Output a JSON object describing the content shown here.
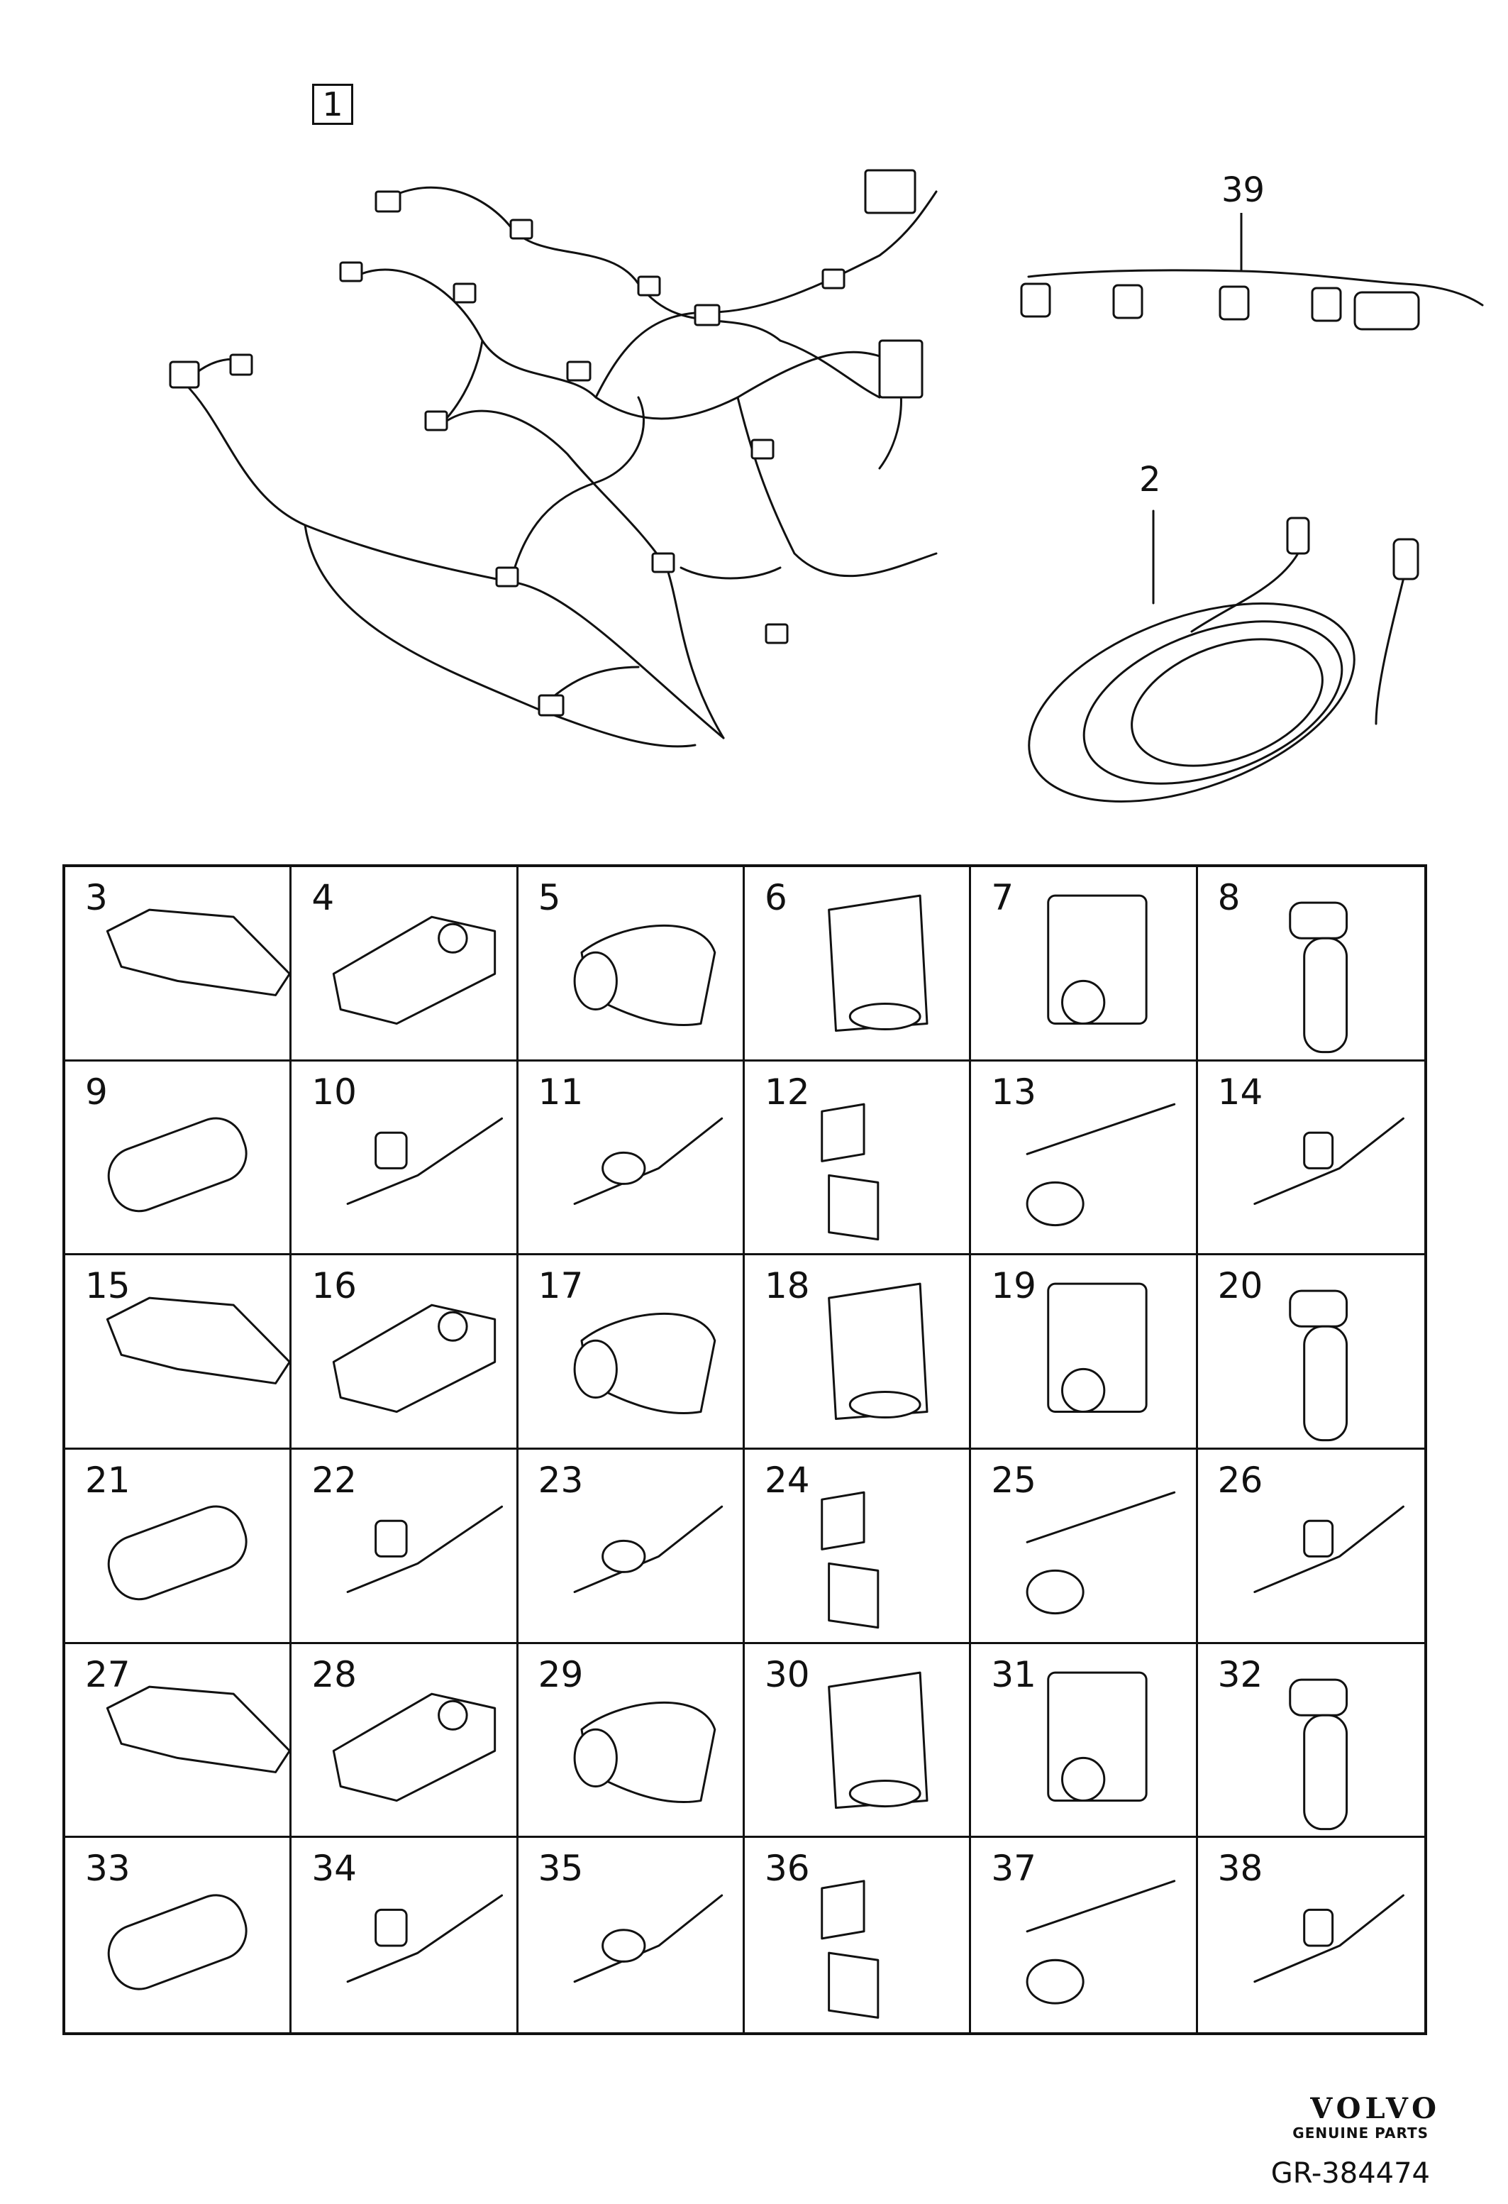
{
  "assembly": {
    "main_harness_label": "1",
    "injector_harness_label": "39",
    "cable_label": "2"
  },
  "parts": [
    "3",
    "4",
    "5",
    "6",
    "7",
    "8",
    "9",
    "10",
    "11",
    "12",
    "13",
    "14",
    "15",
    "16",
    "17",
    "18",
    "19",
    "20",
    "21",
    "22",
    "23",
    "24",
    "25",
    "26",
    "27",
    "28",
    "29",
    "30",
    "31",
    "32",
    "33",
    "34",
    "35",
    "36",
    "37",
    "38"
  ],
  "footer": {
    "brand": "VOLVO",
    "brand_sub": "GENUINE PARTS",
    "reference": "GR-384474"
  }
}
